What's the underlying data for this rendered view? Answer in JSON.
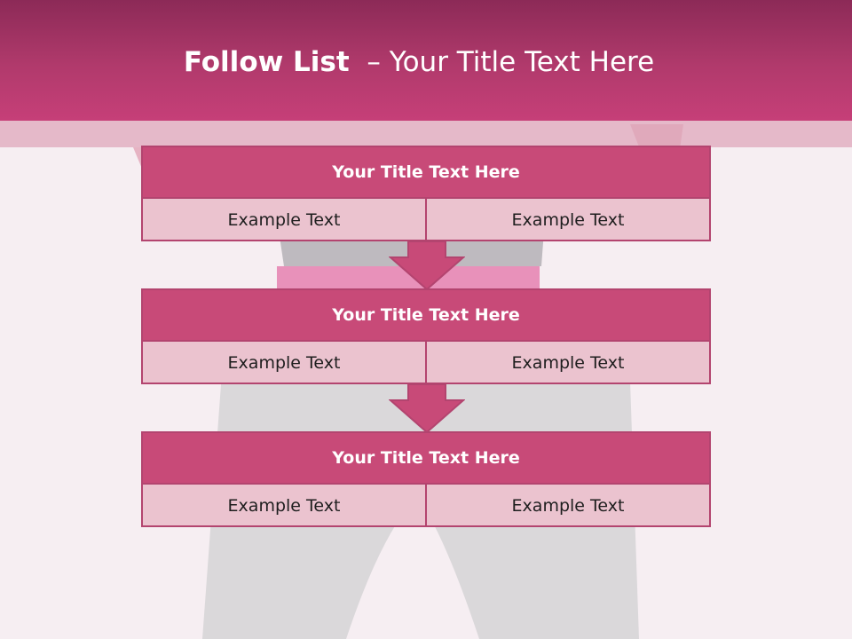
{
  "slide": {
    "title_bold": "Follow List",
    "title_rest": "  – Your Title Text Here"
  },
  "steps": [
    {
      "title": "Your Title Text Here",
      "left": "Example Text",
      "right": "Example Text"
    },
    {
      "title": "Your Title Text Here",
      "left": "Example Text",
      "right": "Example Text"
    },
    {
      "title": "Your Title Text Here",
      "left": "Example Text",
      "right": "Example Text"
    }
  ],
  "colors": {
    "header": "#c63f78",
    "box_title": "#c84a78",
    "box_body": "#ebc3cf",
    "border": "#b3446f"
  }
}
